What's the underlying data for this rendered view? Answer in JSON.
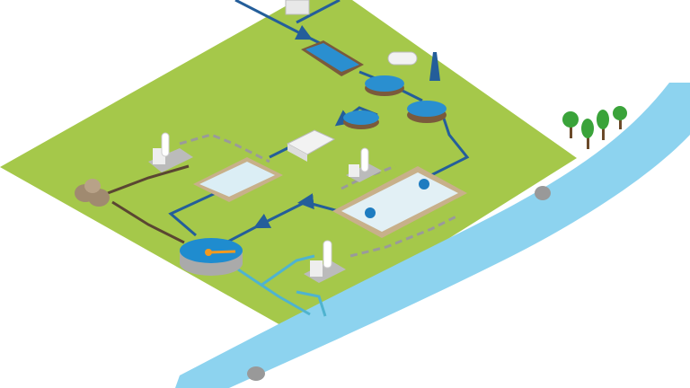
{
  "colors": {
    "field": "#a5c84a",
    "river": "#8dd3ef",
    "water_pipe": "#245e9a",
    "clean_pipe": "#4fb3cf",
    "sludge_pipe": "#5a4632",
    "gas_line": "#9a9a9a",
    "tank_water": "#2a8fd0",
    "tank_wall": "#7a5a3c",
    "tree": "#3aa33a"
  },
  "icons": [
    "treatment-plant-field",
    "river",
    "trees",
    "rocks",
    "storage-tank",
    "settling-basin",
    "aeration-basin",
    "clarifier",
    "sludge-thickener",
    "oxygen-plant"
  ]
}
